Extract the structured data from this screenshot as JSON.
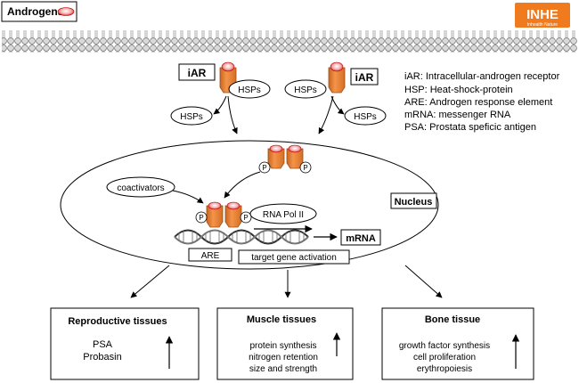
{
  "androgens_legend": {
    "label": "Androgens"
  },
  "logo": {
    "text": "INHE",
    "tagline": "Inhealth Nature",
    "color": "#f07a1e"
  },
  "receptor_labels": {
    "left": "iAR",
    "right": "iAR"
  },
  "hsp_labels": {
    "top_left": "HSPs",
    "top_right": "HSPs",
    "bottom_left": "HSPs",
    "bottom_right": "HSPs"
  },
  "abbreviations": [
    "iAR: Intracellular-androgen receptor",
    "HSP: Heat-shock-protein",
    "ARE: Androgen response element",
    "mRNA: messenger RNA",
    "PSA: Prostata speficic antigen"
  ],
  "nucleus": {
    "label": "Nucleus",
    "coactivators": "coactivators",
    "phospho": "P",
    "rna_pol": "RNA Pol II",
    "are": "ARE",
    "target_activation": "target gene activation",
    "mrna": "mRNA"
  },
  "tissues": {
    "reproductive": {
      "title": "Reproductive tissues",
      "lines": [
        "PSA",
        "Probasin"
      ]
    },
    "muscle": {
      "title": "Muscle tissues",
      "lines": [
        "protein synthesis",
        "nitrogen retention",
        "size and strength"
      ]
    },
    "bone": {
      "title": "Bone tissue",
      "lines": [
        "growth factor synthesis",
        "cell proliferation",
        "erythropoiesis"
      ]
    }
  },
  "colors": {
    "receptor": "#f0873a",
    "receptor_dark": "#b85e1c",
    "androgen": "#e02020",
    "membrane": "#c8c8c8"
  }
}
